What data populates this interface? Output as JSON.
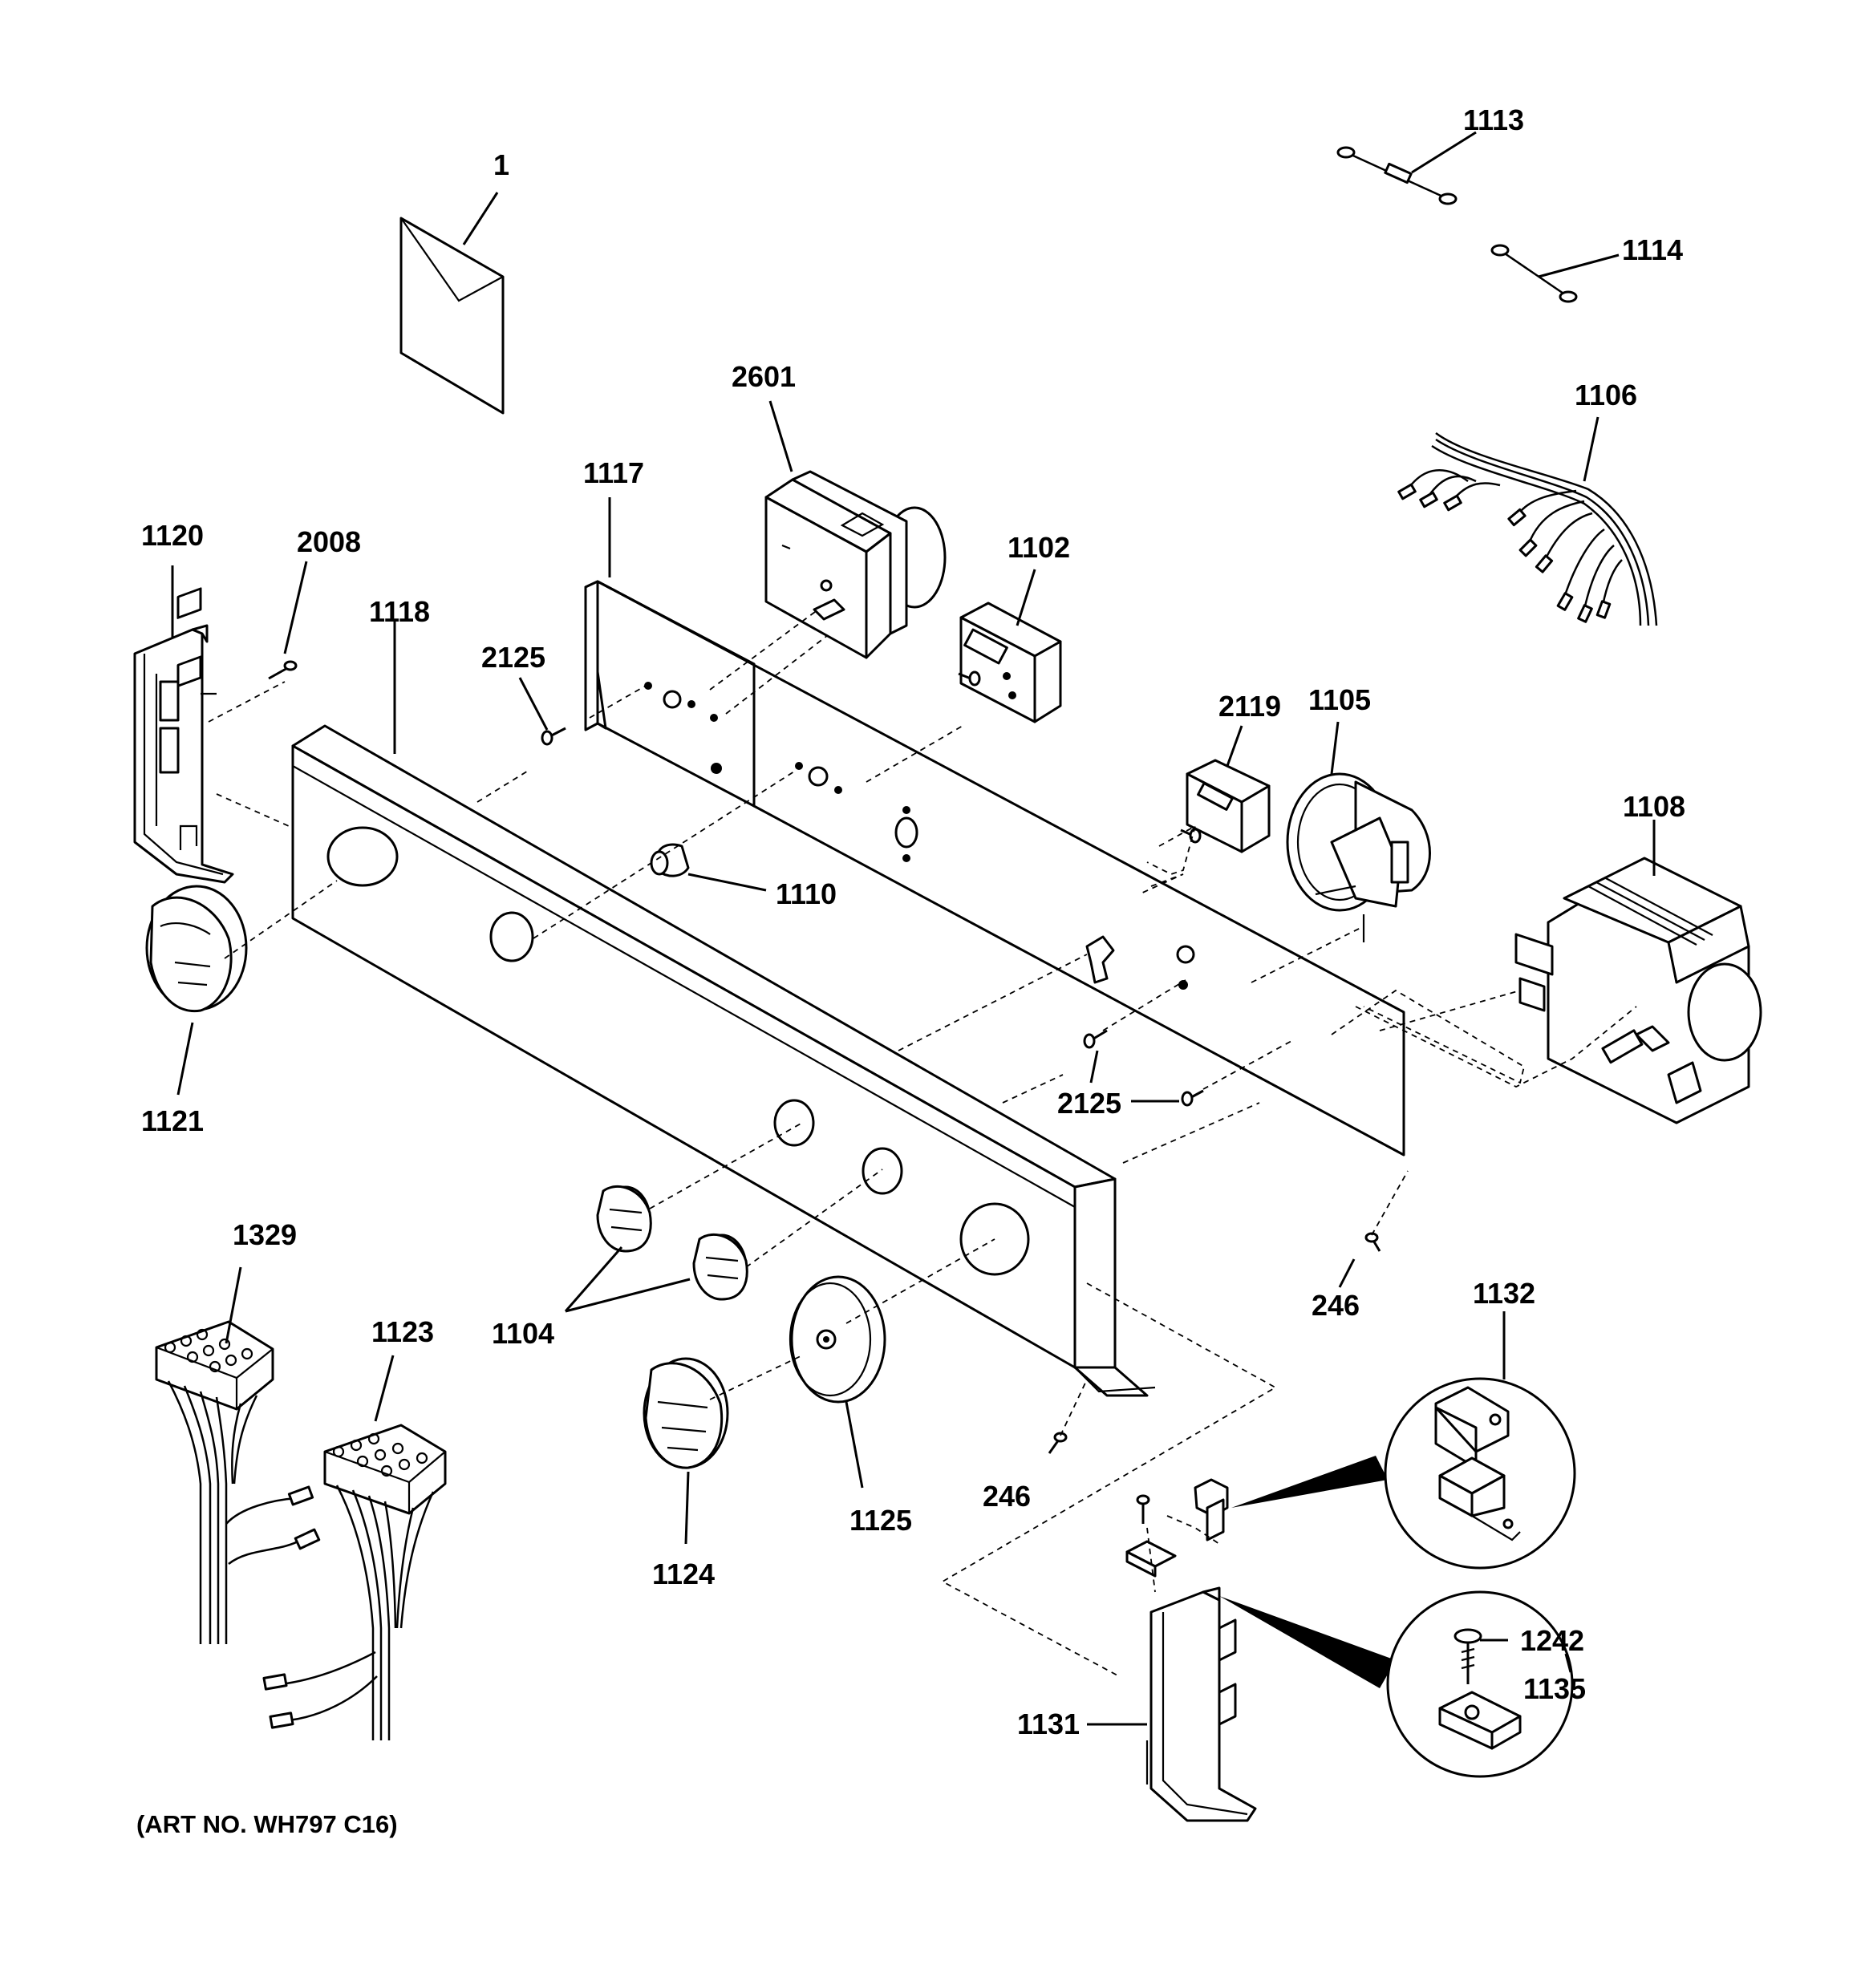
{
  "diagram": {
    "footer": "(ART NO. WH797 C16)",
    "callouts": {
      "c1": "1",
      "c1113": "1113",
      "c1114": "1114",
      "c1106": "1106",
      "c2601": "2601",
      "c1117": "1117",
      "c1102": "1102",
      "c1120": "1120",
      "c2008": "2008",
      "c1118": "1118",
      "c2125a": "2125",
      "c2119": "2119",
      "c1105": "1105",
      "c1108": "1108",
      "c1110": "1110",
      "c1121": "1121",
      "c2125b": "2125",
      "c246a": "246",
      "c1329": "1329",
      "c1123": "1123",
      "c1104": "1104",
      "c1132": "1132",
      "c246b": "246",
      "c1125": "1125",
      "c1124": "1124",
      "c1242": "1242",
      "c1135": "1135",
      "c1131": "1131"
    }
  }
}
